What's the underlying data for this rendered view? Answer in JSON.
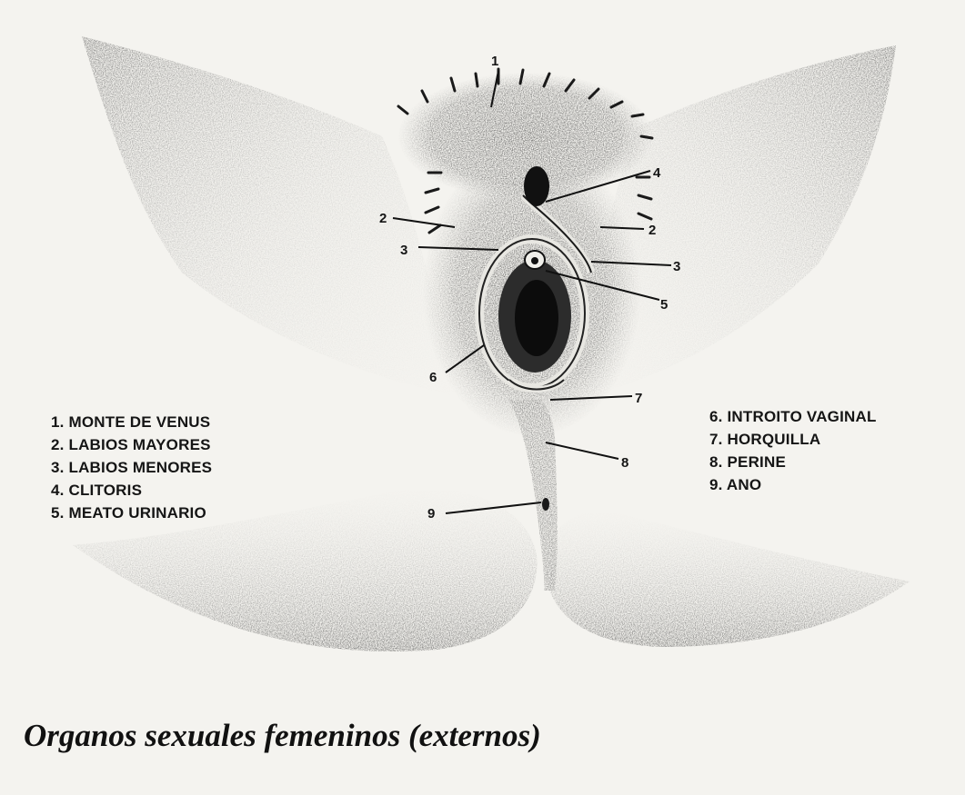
{
  "figure": {
    "caption": "Organos sexuales femeninos (externos)",
    "callout_numbers": {
      "n1": "1",
      "n2_left": "2",
      "n2_right": "2",
      "n3_left": "3",
      "n3_right": "3",
      "n4": "4",
      "n5": "5",
      "n6": "6",
      "n7": "7",
      "n8": "8",
      "n9": "9"
    },
    "legend_left": [
      "1. MONTE DE VENUS",
      "2. LABIOS MAYORES",
      "3. LABIOS MENORES",
      "4. CLITORIS",
      "5. MEATO URINARIO"
    ],
    "legend_right": [
      "6. INTROITO VAGINAL",
      "7. HORQUILLA",
      "8. PERINE",
      "9. ANO"
    ]
  }
}
